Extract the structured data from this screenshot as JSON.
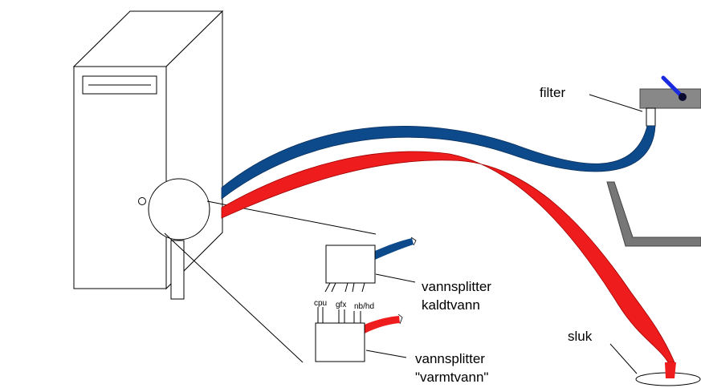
{
  "labels": {
    "filter": "filter",
    "splitter_cold_1": "vannsplitter",
    "splitter_cold_2": "kaldtvann",
    "splitter_hot_1": "vannsplitter",
    "splitter_hot_2": "\"varmtvann\"",
    "drain": "sluk",
    "port_cpu": "cpu",
    "port_gfx": "gfx",
    "port_nbhd": "nb/hd"
  },
  "colors": {
    "cold_hose": "#0d4a8c",
    "hot_hose": "#ee1c1c",
    "tap_body": "#888888",
    "tap_handle": "#1a2ae0",
    "sink": "#777777",
    "outline": "#000000"
  }
}
